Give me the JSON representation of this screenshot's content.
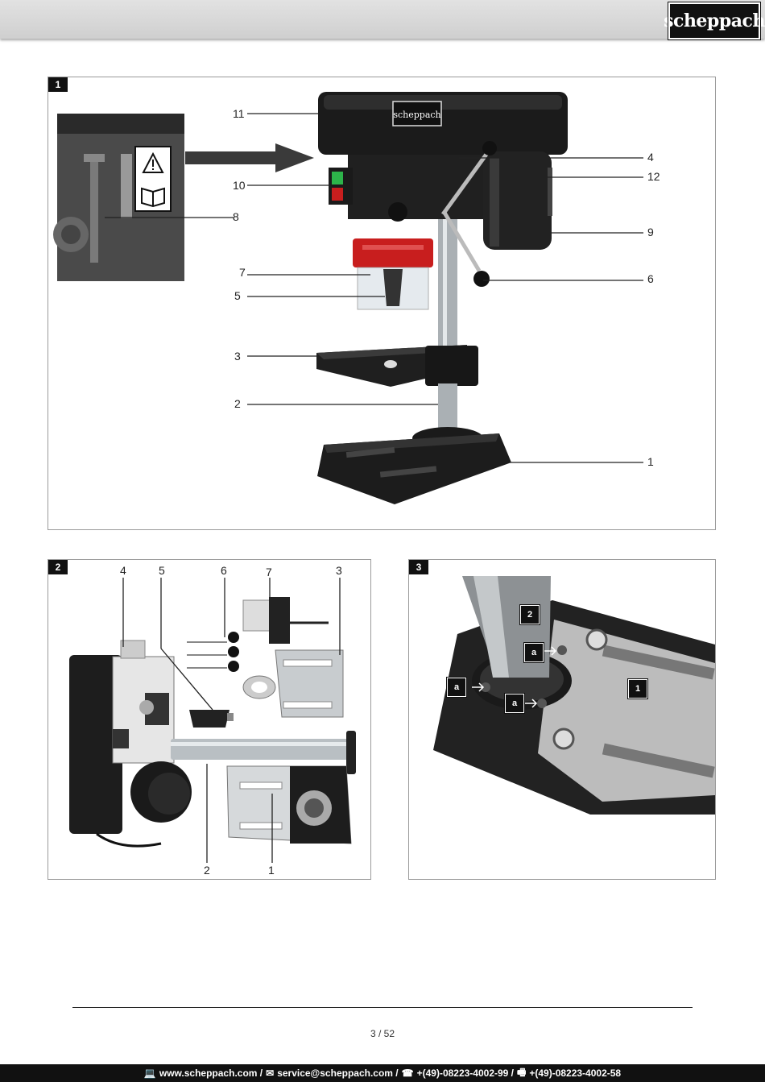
{
  "header": {
    "logo": "scheppach"
  },
  "figure1": {
    "badge": "1",
    "callouts": [
      "11",
      "10",
      "8",
      "7",
      "5",
      "3",
      "2",
      "4",
      "12",
      "9",
      "6",
      "1"
    ]
  },
  "figure2": {
    "badge": "2",
    "callouts": [
      "4",
      "5",
      "6",
      "7",
      "3",
      "2",
      "1"
    ]
  },
  "figure3": {
    "badge": "3",
    "tags": [
      "2",
      "a",
      "a",
      "a",
      "1"
    ]
  },
  "footer": {
    "page": "3 / 52",
    "contact": {
      "web": "www.scheppach.com /",
      "mail": "service@scheppach.com /",
      "phone": "+(49)-08223-4002-99 /",
      "fax": "+(49)-08223-4002-58"
    }
  },
  "icons": [
    "computer-icon",
    "mail-icon",
    "phone-icon",
    "fax-icon",
    "warning-icon",
    "manual-icon"
  ],
  "colors": {
    "accent_red": "#c81e1e",
    "machine_black": "#1b1b1b",
    "switch_green": "#2db34a"
  }
}
